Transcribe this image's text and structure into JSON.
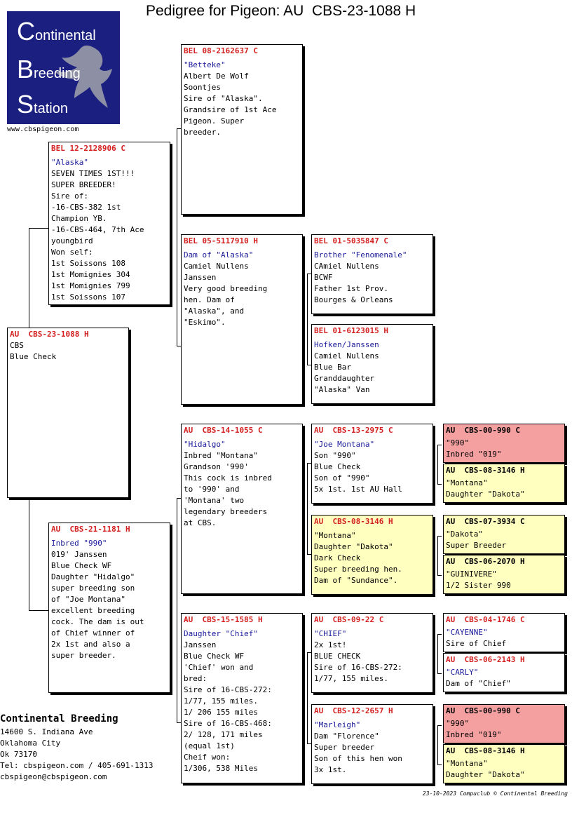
{
  "title": "Pedigree for Pigeon: AU  CBS-23-1088 H",
  "logo": {
    "line1_initial": "C",
    "line1_rest": "ontinental",
    "line2_initial": "B",
    "line2_rest": "reeding",
    "line3_initial": "S",
    "line3_rest": "tation",
    "url": "www.cbspigeon.com"
  },
  "cards": {
    "subject": {
      "id": "AU  CBS-23-1088 H",
      "name": "",
      "lines": [
        "",
        "CBS",
        "Blue Check"
      ]
    },
    "sire": {
      "id": "BEL 12-2128906 C",
      "name": "\"Alaska\"",
      "lines": [
        "SEVEN TIMES 1ST!!!",
        "SUPER BREEDER!",
        "Sire of:",
        "-16-CBS-382 1st",
        "Champion YB.",
        "-16-CBS-464, 7th Ace",
        "youngbird",
        "Won self:",
        "1st Soissons 108",
        "1st Momignies 304",
        "1st Momignies 799",
        "1st Soissons 107"
      ]
    },
    "dam": {
      "id": "AU  CBS-21-1181 H",
      "name": "Inbred \"990\"",
      "lines": [
        "019' Janssen",
        "Blue Check WF",
        "Daughter \"Hidalgo\"",
        "super breeding son",
        "of \"Joe Montana\"",
        "excellent breeding",
        "cock. The dam is out",
        "of Chief winner of",
        "2x 1st and also a",
        "super breeder."
      ]
    },
    "ss": {
      "id": "BEL 08-2162637 C",
      "name": "\"Betteke\"",
      "lines": [
        "Albert De Wolf",
        "Soontjes",
        "Sire of \"Alaska\".",
        "Grandsire of 1st Ace",
        "Pigeon. Super",
        "breeder."
      ]
    },
    "sd": {
      "id": "BEL 05-5117910 H",
      "name": "Dam of \"Alaska\"",
      "lines": [
        "Camiel Nullens",
        "Janssen",
        "Very good breeding",
        "hen. Dam of",
        "\"Alaska\", and",
        "\"Eskimo\"."
      ]
    },
    "sds": {
      "id": "BEL 01-5035847 C",
      "name": "Brother \"Fenomenale\"",
      "lines": [
        "CAmiel Nullens",
        "BCWF",
        "Father 1st Prov.",
        "Bourges & Orleans"
      ]
    },
    "sdd": {
      "id": "BEL 01-6123015 H",
      "name": "Hofken/Janssen",
      "lines": [
        "Camiel Nullens",
        "Blue Bar",
        "Granddaughter",
        "\"Alaska\" Van"
      ]
    },
    "ds": {
      "id": "AU  CBS-14-1055 C",
      "name": "\"Hidalgo\"",
      "lines": [
        "Inbred \"Montana\"",
        "Grandson '990'",
        "This cock is inbred",
        "to '990' and",
        "'Montana' two",
        "legendary breeders",
        "at CBS."
      ]
    },
    "dd": {
      "id": "AU  CBS-15-1585 H",
      "name": "Daughter \"Chief\"",
      "lines": [
        "Janssen",
        "Blue Check WF",
        "'Chief' won and",
        "bred:",
        "Sire of 16-CBS-272:",
        "1/77, 155 miles.",
        "1/ 206 155 miles",
        "Sire of 16-CBS-468:",
        "2/ 128, 171 miles",
        "(equal 1st)",
        "Cheif won:",
        "1/306, 538 Miles"
      ]
    },
    "dss": {
      "id": "AU  CBS-13-2975 C",
      "name": "\"Joe Montana\"",
      "lines": [
        "Son \"990\"",
        "Blue Check",
        "Son of \"990\"",
        "5x 1st. 1st AU Hall"
      ]
    },
    "dsd": {
      "id": "AU  CBS-08-3146 H",
      "name": "\"Montana\"",
      "lines": [
        "Daughter \"Dakota\"",
        "Dark Check",
        "Super breeding hen.",
        "Dam of \"Sundance\"."
      ]
    },
    "dds": {
      "id": "AU  CBS-09-22 C",
      "name": "\"CHIEF\"",
      "lines": [
        "2x 1st!",
        "BLUE CHECK",
        "Sire of 16-CBS-272:",
        "1/77, 155 miles."
      ]
    },
    "ddd": {
      "id": "AU  CBS-12-2657 H",
      "name": "\"Marleigh\"",
      "lines": [
        "Dam \"Florence\"",
        "Super breeder",
        "Son of this hen won",
        "3x 1st."
      ]
    },
    "g1": {
      "id": "AU  CBS-00-990 C",
      "name": "\"990\"",
      "lines": [
        "Inbred \"019\""
      ]
    },
    "g2": {
      "id": "AU  CBS-08-3146 H",
      "name": "\"Montana\"",
      "lines": [
        "Daughter \"Dakota\""
      ]
    },
    "g3": {
      "id": "AU  CBS-07-3934 C",
      "name": "\"Dakota\"",
      "lines": [
        "Super Breeder"
      ]
    },
    "g4": {
      "id": "AU  CBS-06-2070 H",
      "name": "\"GUINIVERE\"",
      "lines": [
        "1/2 Sister 990"
      ]
    },
    "g5": {
      "id": "AU  CBS-04-1746 C",
      "name": "\"CAYENNE\"",
      "lines": [
        "Sire of Chief"
      ]
    },
    "g6": {
      "id": "AU  CBS-06-2143 H",
      "name": "\"CARLY\"",
      "lines": [
        "Dam of \"Chief\""
      ]
    },
    "g7": {
      "id": "AU  CBS-00-990 C",
      "name": "\"990\"",
      "lines": [
        "Inbred \"019\""
      ]
    },
    "g8": {
      "id": "AU  CBS-08-3146 H",
      "name": "\"Montana\"",
      "lines": [
        "Daughter \"Dakota\""
      ]
    }
  },
  "footer": {
    "company": "Continental Breeding",
    "address1": "14600 S. Indiana Ave",
    "address2": "Oklahoma City",
    "address3": "Ok 73170",
    "phone": "Tel: cbspigeon.com / 405-691-1313",
    "email": "cbspigeon@cbspigeon.com"
  },
  "credit": "23-10-2023   Compuclub © Continental Breeding",
  "colors": {
    "pink": "#f4a0a0",
    "yellow": "#ffffc0",
    "id_red": "#d42020",
    "name_blue": "#1a1a9a",
    "logo_blue": "#1b1f80"
  }
}
